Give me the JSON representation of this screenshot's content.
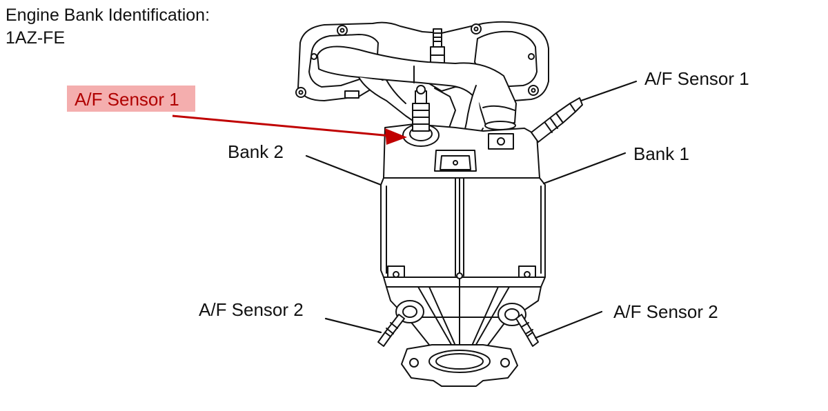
{
  "title": {
    "line1": "Engine Bank Identification:",
    "line2": "1AZ-FE"
  },
  "labels": {
    "af_sensor_1_highlighted": "A/F Sensor 1",
    "af_sensor_1_right": "A/F Sensor 1",
    "bank_2": "Bank 2",
    "bank_1": "Bank 1",
    "af_sensor_2_left": "A/F Sensor 2",
    "af_sensor_2_right": "A/F Sensor 2"
  },
  "colors": {
    "highlight_fill": "#f4aeae",
    "highlight_text": "#b00000",
    "arrow": "#c00000",
    "line_art": "#111111"
  }
}
